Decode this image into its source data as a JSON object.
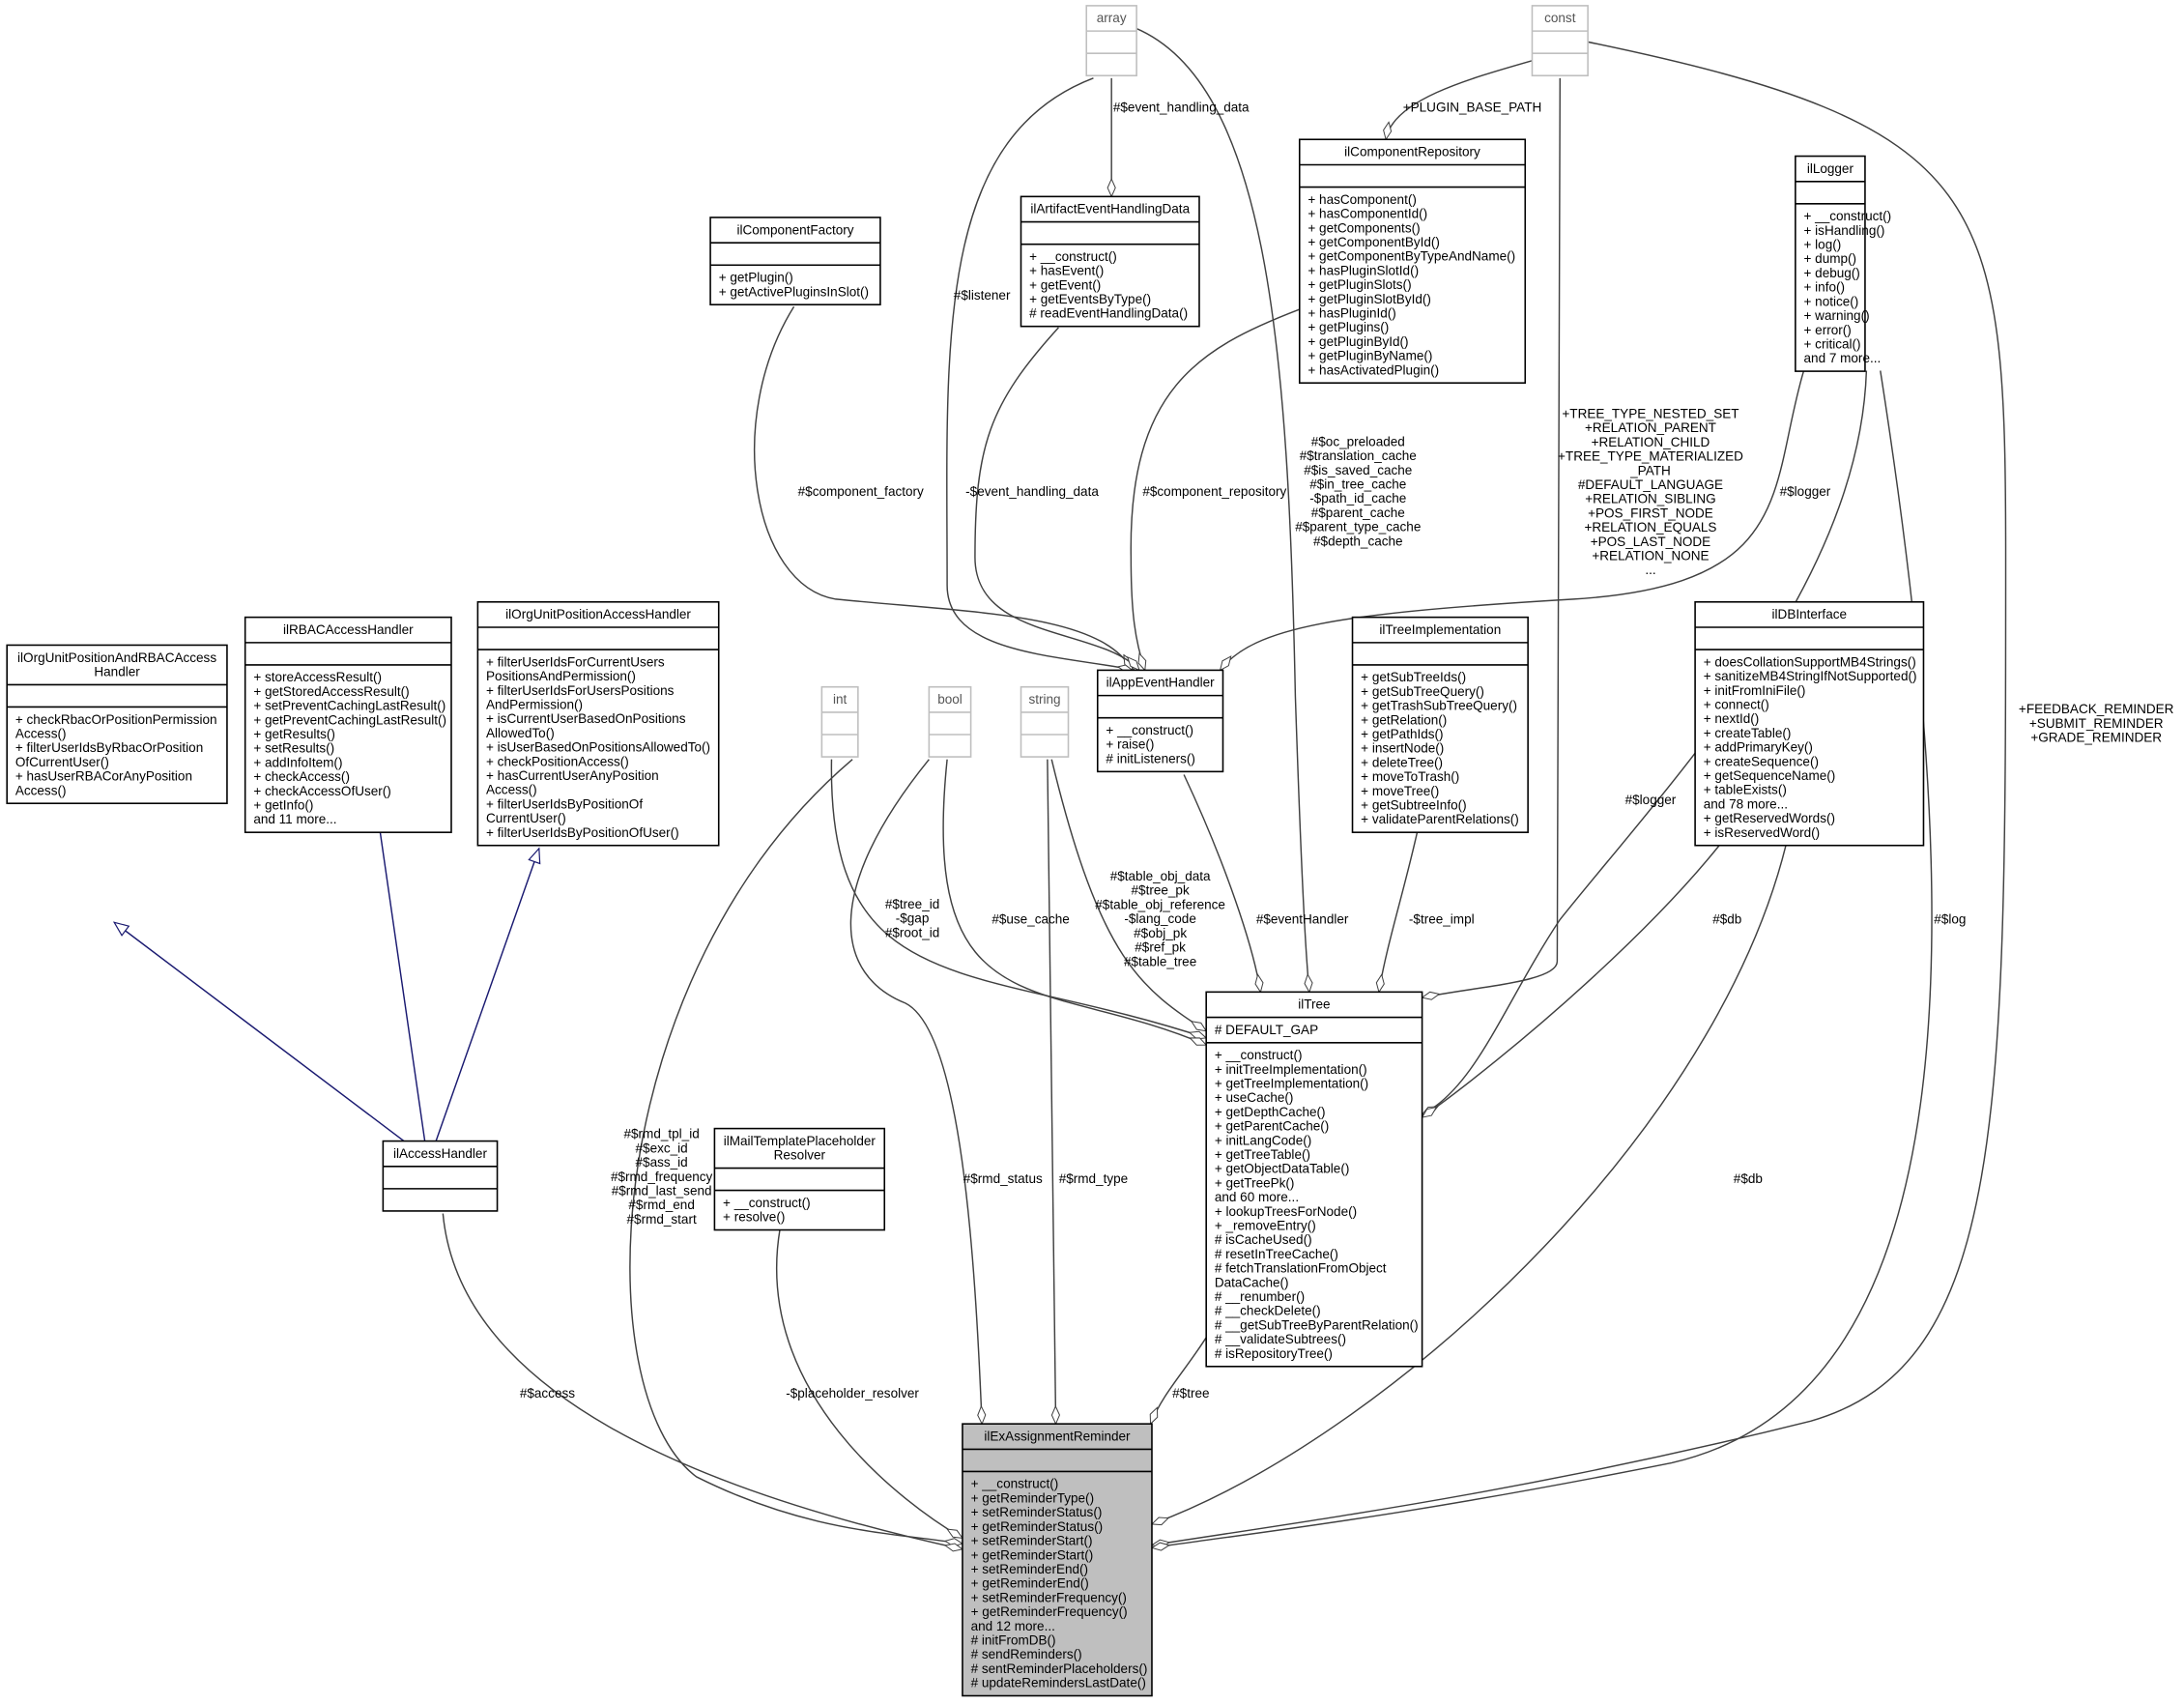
{
  "diagram": {
    "classes": [
      {
        "id": "array",
        "title": [
          "array"
        ],
        "attributes": [],
        "methods": [],
        "style": "external"
      },
      {
        "id": "const",
        "title": [
          "const"
        ],
        "attributes": [],
        "methods": [],
        "style": "external"
      },
      {
        "id": "ilComponentRepository",
        "title": [
          "ilComponentRepository"
        ],
        "attributes": [],
        "methods": [
          "+ hasComponent()",
          "+ hasComponentId()",
          "+ getComponents()",
          "+ getComponentById()",
          "+ getComponentByTypeAndName()",
          "+ hasPluginSlotId()",
          "+ getPluginSlots()",
          "+ getPluginSlotById()",
          "+ hasPluginId()",
          "+ getPlugins()",
          "+ getPluginById()",
          "+ getPluginByName()",
          "+ hasActivatedPlugin()"
        ],
        "style": "normal"
      },
      {
        "id": "ilLogger",
        "title": [
          "ilLogger"
        ],
        "attributes": [],
        "methods": [
          "+ __construct()",
          "+ isHandling()",
          "+ log()",
          "+ dump()",
          "+ debug()",
          "+ info()",
          "+ notice()",
          "+ warning()",
          "+ error()",
          "+ critical()",
          "and 7 more..."
        ],
        "style": "normal"
      },
      {
        "id": "ilArtifactEventHandlingData",
        "title": [
          "ilArtifactEventHandlingData"
        ],
        "attributes": [],
        "methods": [
          "+ __construct()",
          "+ hasEvent()",
          "+ getEvent()",
          "+ getEventsByType()",
          "# readEventHandlingData()"
        ],
        "style": "normal"
      },
      {
        "id": "ilComponentFactory",
        "title": [
          "ilComponentFactory"
        ],
        "attributes": [],
        "methods": [
          "+ getPlugin()",
          "+ getActivePluginsInSlot()"
        ],
        "style": "normal"
      },
      {
        "id": "ilOrgUnitPositionAndRBACAccessHandler",
        "title": [
          "ilOrgUnitPositionAndRBACAccess",
          "Handler"
        ],
        "attributes": [],
        "methods": [
          "+ checkRbacOrPositionPermission",
          "Access()",
          "+ filterUserIdsByRbacOrPosition",
          "OfCurrentUser()",
          "+ hasUserRBACorAnyPosition",
          "Access()"
        ],
        "style": "normal"
      },
      {
        "id": "ilRBACAccessHandler",
        "title": [
          "ilRBACAccessHandler"
        ],
        "attributes": [],
        "methods": [
          "+ storeAccessResult()",
          "+ getStoredAccessResult()",
          "+ setPreventCachingLastResult()",
          "+ getPreventCachingLastResult()",
          "+ getResults()",
          "+ setResults()",
          "+ addInfoItem()",
          "+ checkAccess()",
          "+ checkAccessOfUser()",
          "+ getInfo()",
          "and 11 more..."
        ],
        "style": "normal"
      },
      {
        "id": "ilOrgUnitPositionAccessHandler",
        "title": [
          "ilOrgUnitPositionAccessHandler"
        ],
        "attributes": [],
        "methods": [
          "+ filterUserIdsForCurrentUsers",
          "PositionsAndPermission()",
          "+ filterUserIdsForUsersPositions",
          "AndPermission()",
          "+ isCurrentUserBasedOnPositions",
          "AllowedTo()",
          "+ isUserBasedOnPositionsAllowedTo()",
          "+ checkPositionAccess()",
          "+ hasCurrentUserAnyPosition",
          "Access()",
          "+ filterUserIdsByPositionOf",
          "CurrentUser()",
          "+ filterUserIdsByPositionOfUser()"
        ],
        "style": "normal"
      },
      {
        "id": "int",
        "title": [
          "int"
        ],
        "attributes": [],
        "methods": [],
        "style": "external"
      },
      {
        "id": "bool",
        "title": [
          "bool"
        ],
        "attributes": [],
        "methods": [],
        "style": "external"
      },
      {
        "id": "string",
        "title": [
          "string"
        ],
        "attributes": [],
        "methods": [],
        "style": "external"
      },
      {
        "id": "ilAppEventHandler",
        "title": [
          "ilAppEventHandler"
        ],
        "attributes": [],
        "methods": [
          "+ __construct()",
          "+ raise()",
          "# initListeners()"
        ],
        "style": "normal"
      },
      {
        "id": "ilTreeImplementation",
        "title": [
          "ilTreeImplementation"
        ],
        "attributes": [],
        "methods": [
          "+ getSubTreeIds()",
          "+ getSubTreeQuery()",
          "+ getTrashSubTreeQuery()",
          "+ getRelation()",
          "+ getPathIds()",
          "+ insertNode()",
          "+ deleteTree()",
          "+ moveToTrash()",
          "+ moveTree()",
          "+ getSubtreeInfo()",
          "+ validateParentRelations()"
        ],
        "style": "normal"
      },
      {
        "id": "ilDBInterface",
        "title": [
          "ilDBInterface"
        ],
        "attributes": [],
        "methods": [
          "+ doesCollationSupportMB4Strings()",
          "+ sanitizeMB4StringIfNotSupported()",
          "+ initFromIniFile()",
          "+ connect()",
          "+ nextId()",
          "+ createTable()",
          "+ addPrimaryKey()",
          "+ createSequence()",
          "+ getSequenceName()",
          "+ tableExists()",
          "and 78 more...",
          "+ getReservedWords()",
          "+ isReservedWord()"
        ],
        "style": "normal"
      },
      {
        "id": "ilTree",
        "title": [
          "ilTree"
        ],
        "attributes": [
          "# DEFAULT_GAP"
        ],
        "methods": [
          "+ __construct()",
          "+ initTreeImplementation()",
          "+ getTreeImplementation()",
          "+ useCache()",
          "+ getDepthCache()",
          "+ getParentCache()",
          "+ initLangCode()",
          "+ getTreeTable()",
          "+ getObjectDataTable()",
          "+ getTreePk()",
          "and 60 more...",
          "+ lookupTreesForNode()",
          "+ _removeEntry()",
          "# isCacheUsed()",
          "# resetInTreeCache()",
          "# fetchTranslationFromObject",
          "DataCache()",
          "# __renumber()",
          "# __checkDelete()",
          "# __getSubTreeByParentRelation()",
          "# __validateSubtrees()",
          "# isRepositoryTree()"
        ],
        "style": "normal"
      },
      {
        "id": "ilAccessHandler",
        "title": [
          "ilAccessHandler"
        ],
        "attributes": [],
        "methods": [],
        "style": "normal"
      },
      {
        "id": "ilMailTemplatePlaceholderResolver",
        "title": [
          "ilMailTemplatePlaceholder",
          "Resolver"
        ],
        "attributes": [],
        "methods": [
          "+ __construct()",
          "+ resolve()"
        ],
        "style": "normal"
      },
      {
        "id": "ilExAssignmentReminder",
        "title": [
          "ilExAssignmentReminder"
        ],
        "attributes": [],
        "methods": [
          "+ __construct()",
          "+ getReminderType()",
          "+ setReminderStatus()",
          "+ getReminderStatus()",
          "+ setReminderStart()",
          "+ getReminderStart()",
          "+ setReminderEnd()",
          "+ getReminderEnd()",
          "+ setReminderFrequency()",
          "+ getReminderFrequency()",
          "and 12 more...",
          "# initFromDB()",
          "# sendReminders()",
          "# sentReminderPlaceholders()",
          "# updateRemindersLastDate()"
        ],
        "style": "focus"
      }
    ],
    "edges": [
      {
        "from": "ilAccessHandler",
        "to": "ilOrgUnitPositionAndRBACAccessHandler",
        "kind": "inheritance",
        "label": []
      },
      {
        "from": "ilAccessHandler",
        "to": "ilRBACAccessHandler",
        "kind": "inheritance",
        "label": []
      },
      {
        "from": "ilAccessHandler",
        "to": "ilOrgUnitPositionAccessHandler",
        "kind": "inheritance",
        "label": []
      },
      {
        "from": "array",
        "to": "ilArtifactEventHandlingData",
        "kind": "usage",
        "label": [
          "#$event_handling_data"
        ]
      },
      {
        "from": "const",
        "to": "ilComponentRepository",
        "kind": "usage",
        "label": [
          "+PLUGIN_BASE_PATH"
        ]
      },
      {
        "from": "array",
        "to": "ilAppEventHandler",
        "kind": "usage",
        "label": [
          "#$listener"
        ]
      },
      {
        "from": "ilComponentFactory",
        "to": "ilAppEventHandler",
        "kind": "usage",
        "label": [
          "#$component_factory"
        ]
      },
      {
        "from": "ilArtifactEventHandlingData",
        "to": "ilAppEventHandler",
        "kind": "usage",
        "label": [
          "-$event_handling_data"
        ]
      },
      {
        "from": "ilComponentRepository",
        "to": "ilAppEventHandler",
        "kind": "usage",
        "label": [
          "#$component_repository"
        ]
      },
      {
        "from": "ilLogger",
        "to": "ilAppEventHandler",
        "kind": "usage",
        "label": [
          "#$logger"
        ]
      },
      {
        "from": "array",
        "to": "ilTree",
        "kind": "usage",
        "label": [
          "#$oc_preloaded",
          "#$translation_cache",
          "#$is_saved_cache",
          "#$in_tree_cache",
          "-$path_id_cache",
          "#$parent_cache",
          "#$parent_type_cache",
          "#$depth_cache"
        ]
      },
      {
        "from": "const",
        "to": "ilTree",
        "kind": "usage",
        "label": [
          "+TREE_TYPE_NESTED_SET",
          "+RELATION_PARENT",
          "+RELATION_CHILD",
          "+TREE_TYPE_MATERIALIZED",
          "_PATH",
          "#DEFAULT_LANGUAGE",
          "+RELATION_SIBLING",
          "+POS_FIRST_NODE",
          "+RELATION_EQUALS",
          "+POS_LAST_NODE",
          "+RELATION_NONE",
          "..."
        ]
      },
      {
        "from": "const",
        "to": "ilExAssignmentReminder",
        "kind": "usage",
        "label": [
          "+FEEDBACK_REMINDER",
          "+SUBMIT_REMINDER",
          "+GRADE_REMINDER"
        ]
      },
      {
        "from": "ilLogger",
        "to": "ilTree",
        "kind": "usage",
        "label": [
          "#$logger"
        ]
      },
      {
        "from": "ilLogger",
        "to": "ilExAssignmentReminder",
        "kind": "usage",
        "label": [
          "#$log"
        ]
      },
      {
        "from": "ilDBInterface",
        "to": "ilTree",
        "kind": "usage",
        "label": [
          "#$db"
        ]
      },
      {
        "from": "ilDBInterface",
        "to": "ilExAssignmentReminder",
        "kind": "usage",
        "label": [
          "#$db"
        ]
      },
      {
        "from": "ilAppEventHandler",
        "to": "ilTree",
        "kind": "usage",
        "label": [
          "#$eventHandler"
        ]
      },
      {
        "from": "ilTreeImplementation",
        "to": "ilTree",
        "kind": "usage",
        "label": [
          "-$tree_impl"
        ]
      },
      {
        "from": "int",
        "to": "ilTree",
        "kind": "usage",
        "label": [
          "#$tree_id",
          "-$gap",
          "#$root_id"
        ]
      },
      {
        "from": "bool",
        "to": "ilTree",
        "kind": "usage",
        "label": [
          "#$use_cache"
        ]
      },
      {
        "from": "string",
        "to": "ilTree",
        "kind": "usage",
        "label": [
          "#$table_obj_data",
          "#$tree_pk",
          "#$table_obj_reference",
          "-$lang_code",
          "#$obj_pk",
          "#$ref_pk",
          "#$table_tree"
        ]
      },
      {
        "from": "int",
        "to": "ilExAssignmentReminder",
        "kind": "usage",
        "label": [
          "#$rmd_tpl_id",
          "#$exc_id",
          "#$ass_id",
          "#$rmd_frequency",
          "#$rmd_last_send",
          "#$rmd_end",
          "#$rmd_start"
        ]
      },
      {
        "from": "bool",
        "to": "ilExAssignmentReminder",
        "kind": "usage",
        "label": [
          "#$rmd_status"
        ]
      },
      {
        "from": "string",
        "to": "ilExAssignmentReminder",
        "kind": "usage",
        "label": [
          "#$rmd_type"
        ]
      },
      {
        "from": "ilTree",
        "to": "ilExAssignmentReminder",
        "kind": "usage",
        "label": [
          "#$tree"
        ]
      },
      {
        "from": "ilAccessHandler",
        "to": "ilExAssignmentReminder",
        "kind": "usage",
        "label": [
          "#$access"
        ]
      },
      {
        "from": "ilMailTemplatePlaceholderResolver",
        "to": "ilExAssignmentReminder",
        "kind": "usage",
        "label": [
          "-$placeholder_resolver"
        ]
      }
    ],
    "colors": {
      "inheritance": "#191970",
      "usage": "#404040",
      "focus_fill": "#bfbfbf",
      "external_border": "#bfbfbf"
    }
  }
}
